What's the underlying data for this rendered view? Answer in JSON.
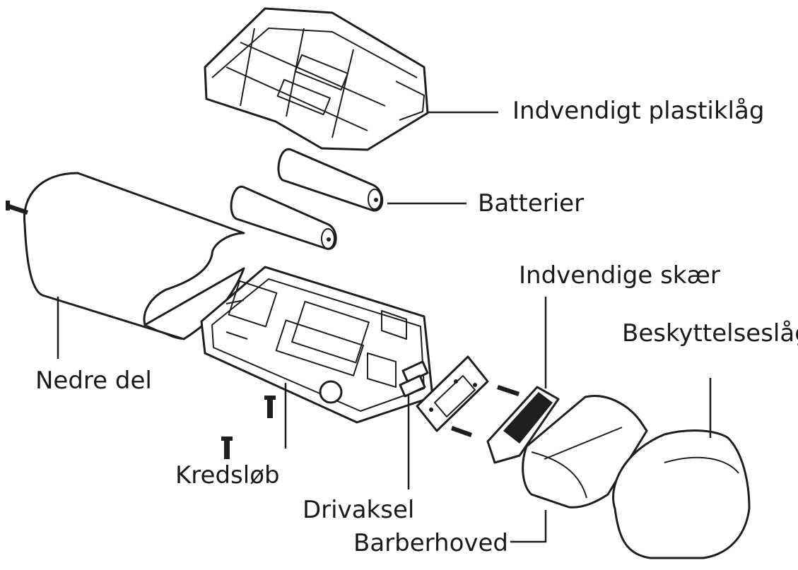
{
  "labels": {
    "inner_lid": "Indvendigt plastiklåg",
    "batteries": "Batterier",
    "inner_cutters": "Indvendige skær",
    "protective_cap": "Beskyttelseslåg",
    "lower_part": "Nedre del",
    "circuit": "Kredsløb",
    "drive_shaft": "Drivaksel",
    "shaver_head": "Barberhoved"
  },
  "colors": {
    "line": "#1e1e1e",
    "background": "#ffffff"
  }
}
